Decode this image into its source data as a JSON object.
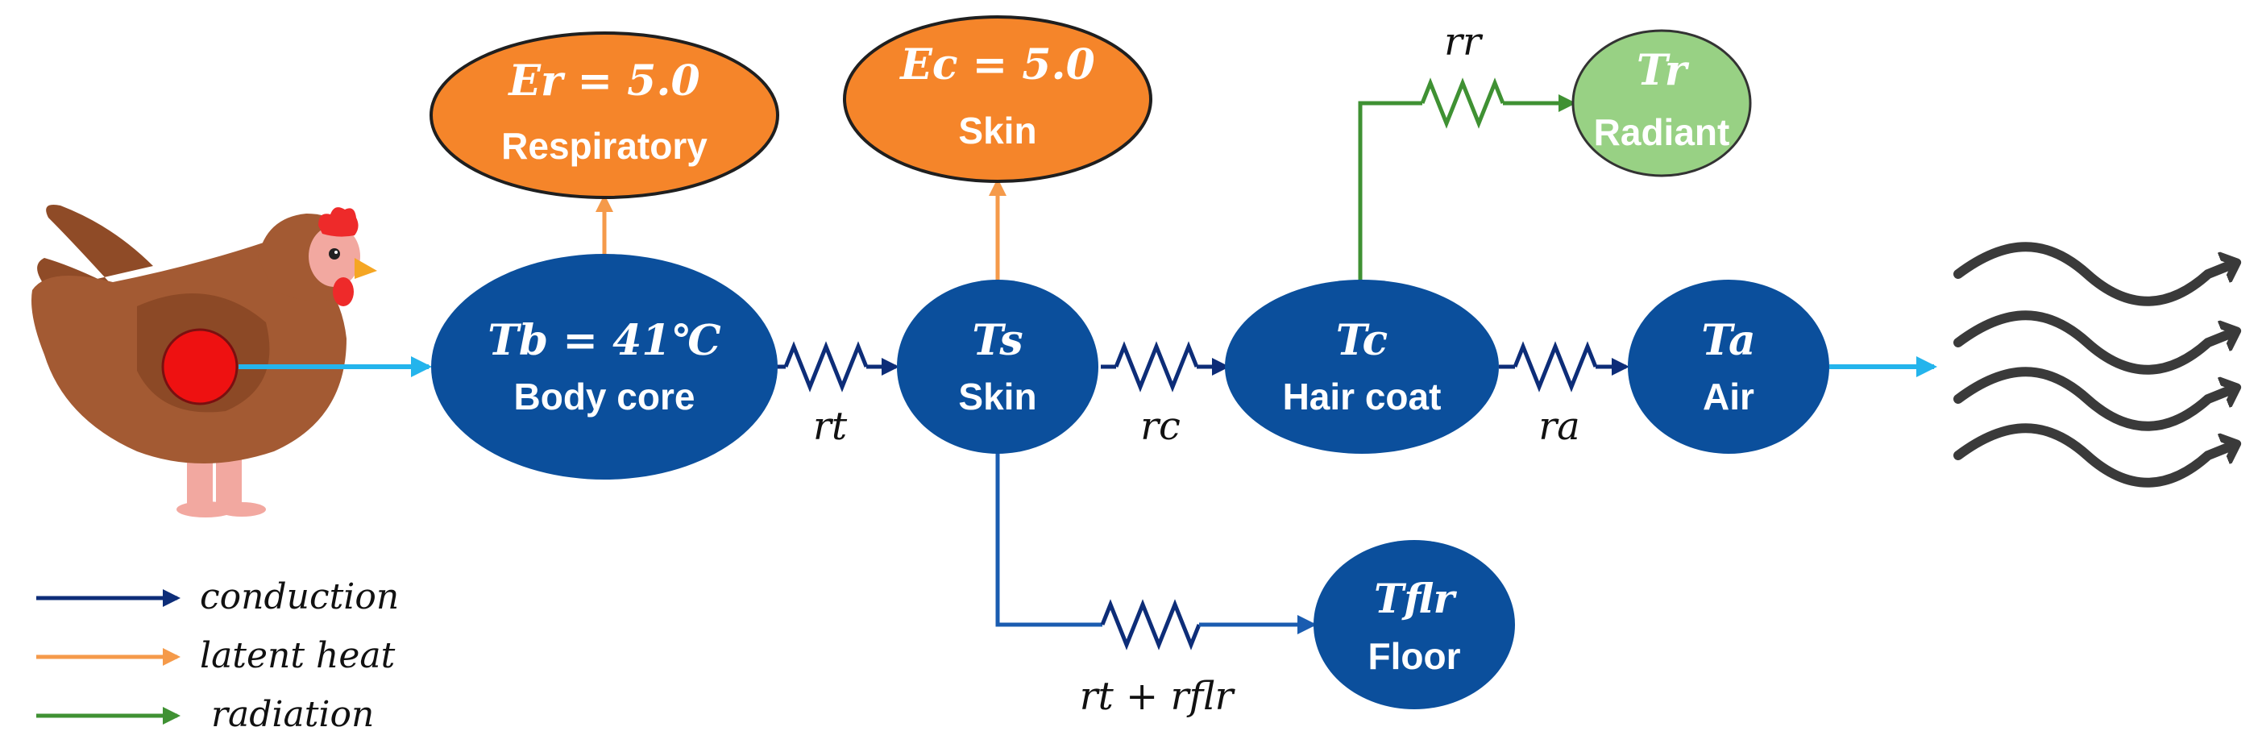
{
  "colors": {
    "node_blue": "#0b4f9c",
    "node_orange": "#f5852a",
    "node_green": "#98d184",
    "conduction": "#0d2d78",
    "latent": "#f59a4a",
    "radiation": "#3f9133",
    "air_flow": "#24b4ec",
    "wave": "#3a3a3a",
    "hen_body": "#a35a33",
    "core_dot": "#ee1111"
  },
  "icons": {
    "bird": "chicken-icon",
    "body_core_marker": "red-dot-icon",
    "resistor": "resistor-icon",
    "airflow": "wind-waves-icon"
  },
  "nodes": {
    "respiratory": {
      "title": "Er = 5.0",
      "sub": "Respiratory"
    },
    "evap_skin": {
      "title": "Ec = 5.0",
      "sub": "Skin"
    },
    "radiant": {
      "title": "Tr",
      "sub": "Radiant"
    },
    "body_core": {
      "title": "Tb = 41℃",
      "sub": "Body core"
    },
    "skin": {
      "title": "Ts",
      "sub": "Skin"
    },
    "hair_coat": {
      "title": "Tc",
      "sub": "Hair coat"
    },
    "air": {
      "title": "Ta",
      "sub": "Air"
    },
    "floor": {
      "title": "Tflr",
      "sub": "Floor"
    }
  },
  "resistances": {
    "tissue": "rt",
    "coat": "rc",
    "air": "ra",
    "radiation": "rr",
    "floor": "rt + rflr"
  },
  "legend": [
    {
      "label": "conduction",
      "color": "#0d2d78"
    },
    {
      "label": "latent heat",
      "color": "#f59a4a"
    },
    {
      "label": "radiation",
      "color": "#3f9133"
    }
  ]
}
